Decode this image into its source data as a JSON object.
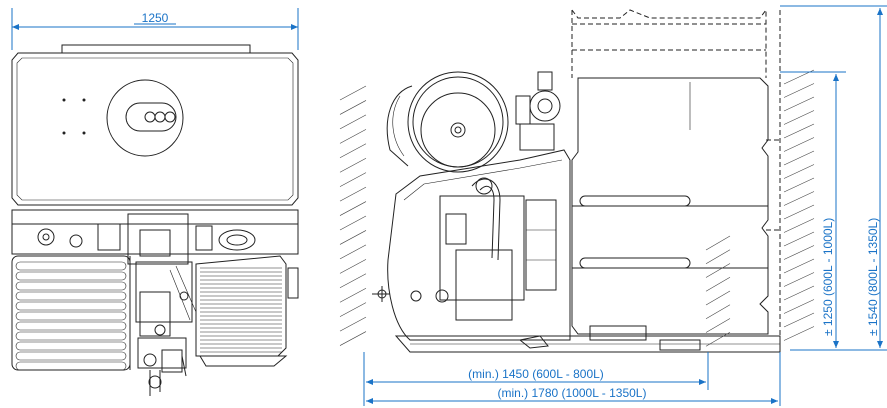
{
  "dimensions": {
    "front_width": "1250",
    "side_min_length_small": "(min.) 1450 (600L - 800L)",
    "side_min_length_large": "(min.) 1780 (1000L - 1350L)",
    "height_small_tanks": "± 1250 (600L - 1000L)",
    "height_large_tanks": "± 1540 (800L - 1350L)"
  },
  "colors": {
    "dimension": "#1a73c7",
    "line": "#222222"
  }
}
